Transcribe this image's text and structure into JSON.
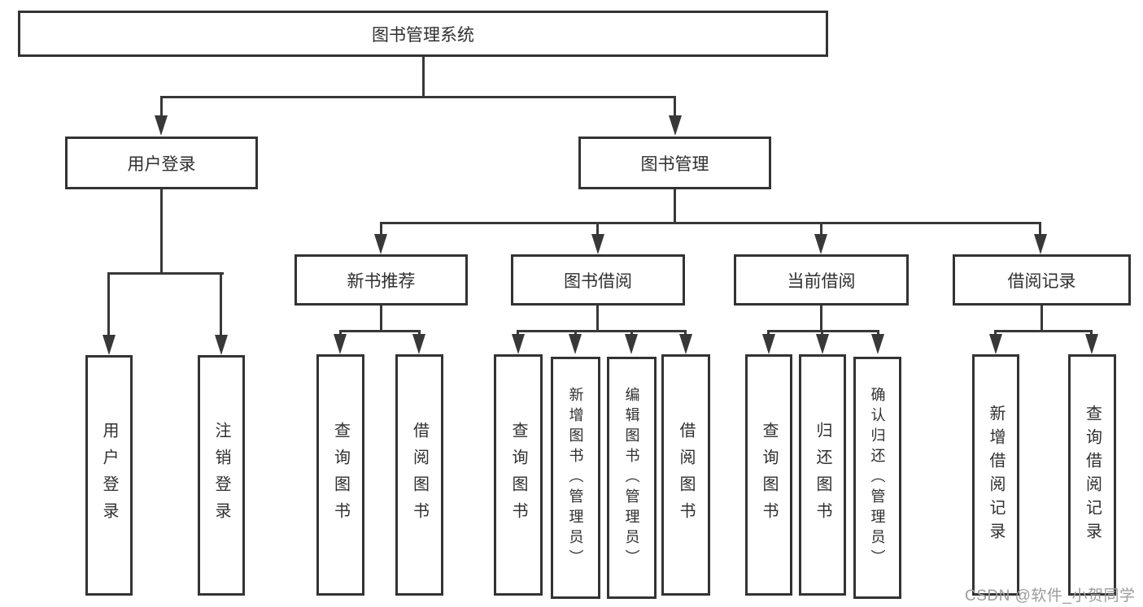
{
  "colors": {
    "line": "#383838",
    "border": "#333333",
    "text": "#2f2f2f",
    "watermark": "#9c9c9c",
    "background": "#ffffff"
  },
  "watermark": "CSDN @软件_小贺同学",
  "tree": {
    "root": {
      "label": "图书管理系统",
      "children": [
        {
          "label": "用户登录",
          "children": [
            {
              "label": "用户登录"
            },
            {
              "label": "注销登录"
            }
          ]
        },
        {
          "label": "图书管理",
          "children": [
            {
              "label": "新书推荐",
              "children": [
                {
                  "label": "查询图书"
                },
                {
                  "label": "借阅图书"
                }
              ]
            },
            {
              "label": "图书借阅",
              "children": [
                {
                  "label": "查询图书"
                },
                {
                  "label": "新增图书（管理员）"
                },
                {
                  "label": "编辑图书（管理员）"
                },
                {
                  "label": "借阅图书"
                }
              ]
            },
            {
              "label": "当前借阅",
              "children": [
                {
                  "label": "查询图书"
                },
                {
                  "label": "归还图书"
                },
                {
                  "label": "确认归还（管理员）"
                }
              ]
            },
            {
              "label": "借阅记录",
              "children": [
                {
                  "label": "新增借阅记录"
                },
                {
                  "label": "查询借阅记录"
                }
              ]
            }
          ]
        }
      ]
    }
  }
}
